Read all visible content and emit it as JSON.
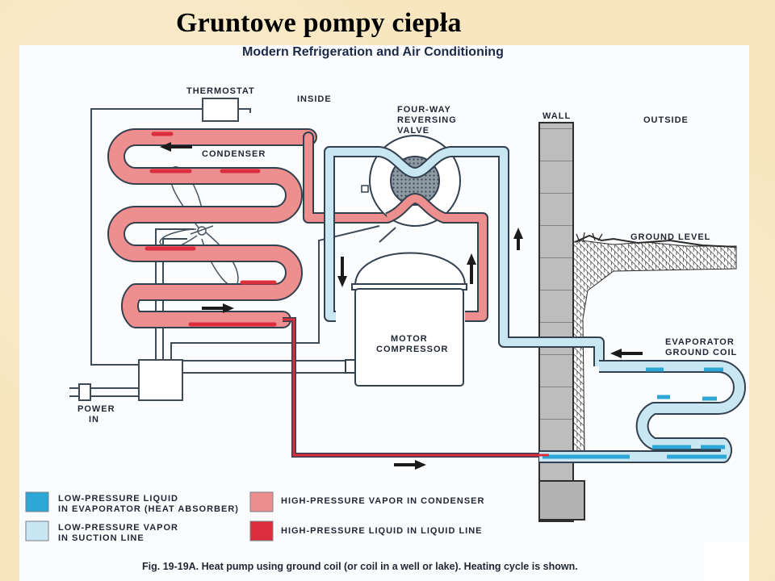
{
  "slide": {
    "title": "Gruntowe pompy ciepła"
  },
  "figure": {
    "header": "Modern Refrigeration and Air Conditioning",
    "caption": "Fig. 19-19A.  Heat pump using ground coil (or coil in a well or lake). Heating cycle is shown.",
    "labels": {
      "thermostat": "THERMOSTAT",
      "inside": "INSIDE",
      "valve": [
        "FOUR-WAY",
        "REVERSING",
        "VALVE"
      ],
      "wall": "WALL",
      "outside": "OUTSIDE",
      "condenser": "CONDENSER",
      "ground_level": "GROUND LEVEL",
      "compressor": [
        "MOTOR",
        "COMPRESSOR"
      ],
      "evaporator": [
        "EVAPORATOR",
        "GROUND COIL"
      ],
      "power": [
        "POWER",
        "IN"
      ]
    },
    "legend": [
      {
        "text": [
          "LOW-PRESSURE LIQUID",
          "IN EVAPORATOR (HEAT ABSORBER)"
        ],
        "color": "#2fa7d6"
      },
      {
        "text": [
          "LOW-PRESSURE VAPOR",
          "IN SUCTION LINE"
        ],
        "color": "#c9e6f3"
      },
      {
        "text": [
          "HIGH-PRESSURE VAPOR IN CONDENSER"
        ],
        "color": "#ee8f8f"
      },
      {
        "text": [
          "HIGH-PRESSURE LIQUID IN LIQUID LINE"
        ],
        "color": "#dc2e3e"
      }
    ],
    "colors": {
      "condenser_vapor": "#ee8f8f",
      "liquid_line": "#dc2e3e",
      "suction_vapor": "#c9e6f3",
      "evaporator_liquid": "#2fa7d6",
      "outline": "#33404f"
    }
  }
}
